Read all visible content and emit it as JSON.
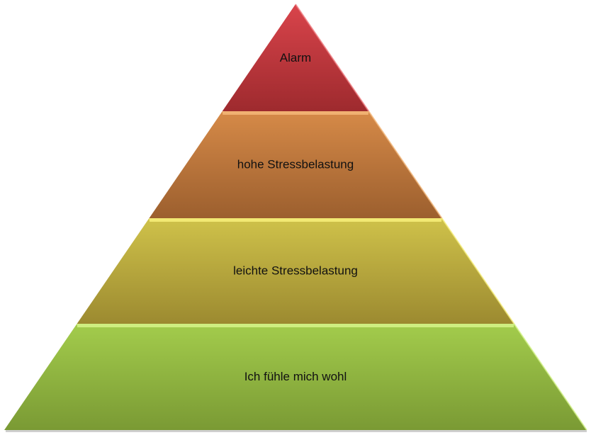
{
  "diagram": {
    "type": "pyramid",
    "levels": [
      {
        "label": "Alarm",
        "color_top": "#d9444b",
        "color_bottom": "#9e2a2e",
        "highlight": "#f07a7e"
      },
      {
        "label": "hohe Stressbelastung",
        "color_top": "#d68a48",
        "color_bottom": "#9c5f2e",
        "highlight": "#f4b87a"
      },
      {
        "label": "leichte Stressbelastung",
        "color_top": "#cfc24a",
        "color_bottom": "#9c8a30",
        "highlight": "#f8f07a"
      },
      {
        "label": "Ich fühle mich wohl",
        "color_top": "#a3cc4c",
        "color_bottom": "#7a9a34",
        "highlight": "#d6f58a"
      }
    ]
  }
}
